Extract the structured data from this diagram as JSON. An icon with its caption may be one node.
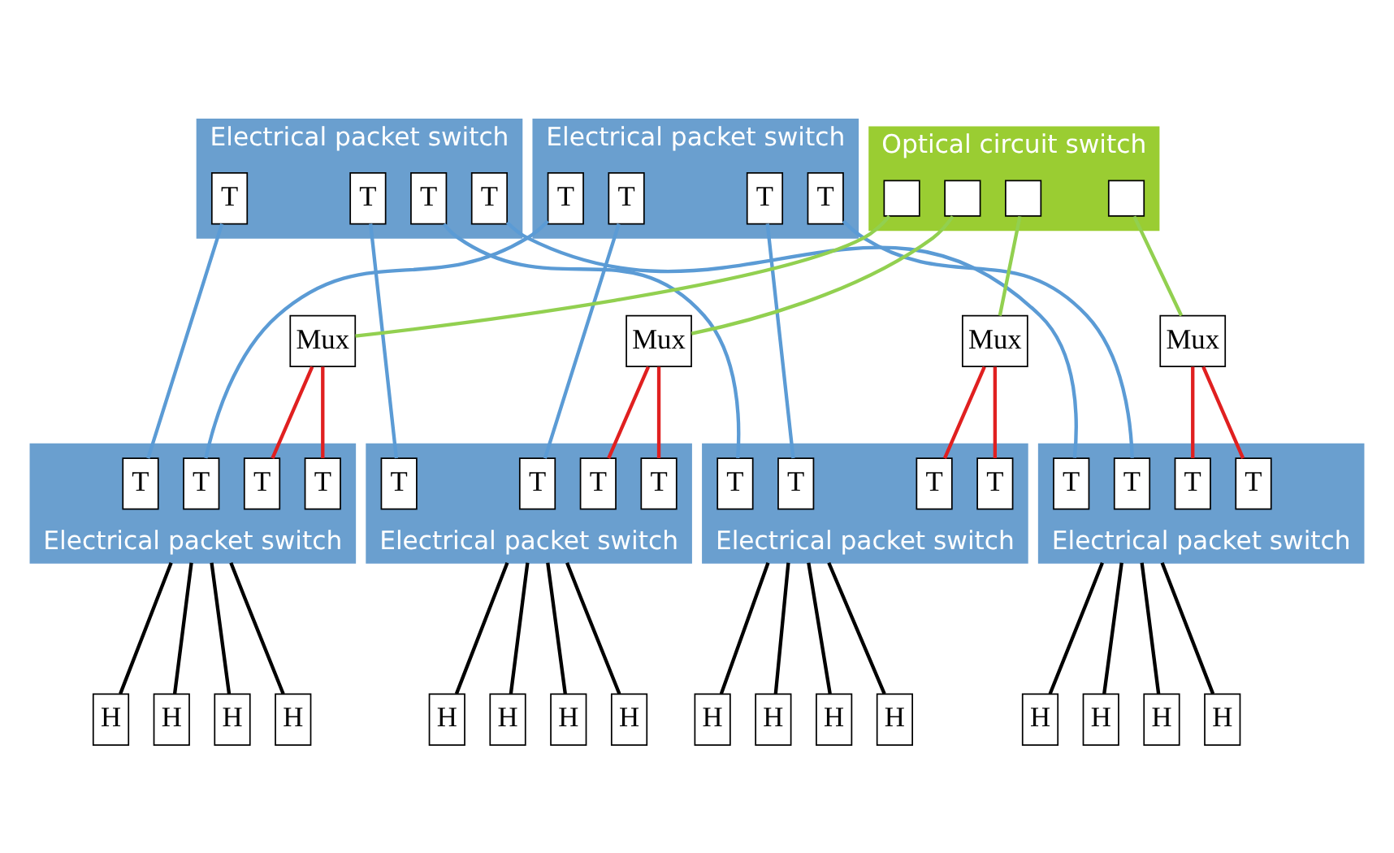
{
  "diagram": {
    "nodes": [
      {
        "text": [
          "Electrical packet switch"
        ]
      },
      {
        "text": [
          "T"
        ],
        "in": 0
      },
      {
        "text": [
          "T"
        ],
        "in": 0
      },
      {
        "text": [
          "T"
        ],
        "in": 0
      },
      {
        "text": [
          "T"
        ],
        "in": 0
      },
      {
        "text": [
          "Electrical packet switch"
        ]
      },
      {
        "text": [
          "T"
        ],
        "in": 5
      },
      {
        "text": [
          "T"
        ],
        "in": 5
      },
      {
        "text": [
          "T"
        ],
        "in": 5
      },
      {
        "text": [
          "T"
        ],
        "in": 5
      },
      {
        "text": [
          "Optical circuit switch"
        ]
      },
      {
        "text": [],
        "shape": "box",
        "in": 10
      },
      {
        "text": [],
        "shape": "box",
        "in": 10
      },
      {
        "text": [],
        "shape": "box",
        "in": 10
      },
      {
        "text": [],
        "shape": "box",
        "in": 10
      },
      {
        "text": [
          "Mux"
        ]
      },
      {
        "text": [
          "Mux"
        ]
      },
      {
        "text": [
          "Mux"
        ]
      },
      {
        "text": [
          "Mux"
        ]
      },
      {
        "text": [
          "Electrical packet switch"
        ]
      },
      {
        "text": [
          "T"
        ],
        "in": 19
      },
      {
        "text": [
          "T"
        ],
        "in": 19
      },
      {
        "text": [
          "T"
        ],
        "in": 19
      },
      {
        "text": [
          "T"
        ],
        "in": 19
      },
      {
        "text": [
          "Electrical packet switch"
        ]
      },
      {
        "text": [
          "T"
        ],
        "in": 24
      },
      {
        "text": [
          "T"
        ],
        "in": 24
      },
      {
        "text": [
          "T"
        ],
        "in": 24
      },
      {
        "text": [
          "T"
        ],
        "in": 24
      },
      {
        "text": [
          "Electrical packet switch"
        ]
      },
      {
        "text": [
          "T"
        ],
        "in": 29
      },
      {
        "text": [
          "T"
        ],
        "in": 29
      },
      {
        "text": [
          "T"
        ],
        "in": 29
      },
      {
        "text": [
          "T"
        ],
        "in": 29
      },
      {
        "text": [
          "Electrical packet switch"
        ]
      },
      {
        "text": [
          "T"
        ],
        "in": 34
      },
      {
        "text": [
          "T"
        ],
        "in": 34
      },
      {
        "text": [
          "T"
        ],
        "in": 34
      },
      {
        "text": [
          "T"
        ],
        "in": 34
      },
      {
        "text": [
          "H"
        ]
      },
      {
        "text": [
          "H"
        ]
      },
      {
        "text": [
          "H"
        ]
      },
      {
        "text": [
          "H"
        ]
      },
      {
        "text": [
          "H"
        ]
      },
      {
        "text": [
          "H"
        ]
      },
      {
        "text": [
          "H"
        ]
      },
      {
        "text": [
          "H"
        ]
      },
      {
        "text": [
          "H"
        ]
      },
      {
        "text": [
          "H"
        ]
      },
      {
        "text": [
          "H"
        ]
      },
      {
        "text": [
          "H"
        ]
      },
      {
        "text": [
          "H"
        ]
      },
      {
        "text": [
          "H"
        ]
      },
      {
        "text": [
          "H"
        ]
      },
      {
        "text": [
          "H"
        ]
      }
    ],
    "edges": [
      {
        "from": 1,
        "to": 20,
        "arrow": "none",
        "color": "#5b9bd5"
      },
      {
        "from": 2,
        "to": 25,
        "arrow": "none",
        "color": "#5b9bd5"
      },
      {
        "from": 3,
        "to": 30,
        "arrow": "none",
        "color": "#5b9bd5"
      },
      {
        "from": 4,
        "to": 35,
        "arrow": "none",
        "color": "#5b9bd5"
      },
      {
        "from": 6,
        "to": 21,
        "arrow": "none",
        "color": "#5b9bd5"
      },
      {
        "from": 7,
        "to": 26,
        "arrow": "none",
        "color": "#5b9bd5"
      },
      {
        "from": 8,
        "to": 31,
        "arrow": "none",
        "color": "#5b9bd5"
      },
      {
        "from": 9,
        "to": 36,
        "arrow": "none",
        "color": "#5b9bd5"
      },
      {
        "from": 11,
        "to": 15,
        "arrow": "none",
        "color": "#92d050"
      },
      {
        "from": 12,
        "to": 16,
        "arrow": "none",
        "color": "#92d050"
      },
      {
        "from": 13,
        "to": 17,
        "arrow": "none",
        "color": "#92d050"
      },
      {
        "from": 14,
        "to": 18,
        "arrow": "none",
        "color": "#92d050"
      },
      {
        "from": 15,
        "to": 22,
        "arrow": "none",
        "color": "#e02020"
      },
      {
        "from": 15,
        "to": 23,
        "arrow": "none",
        "color": "#e02020"
      },
      {
        "from": 16,
        "to": 27,
        "arrow": "none",
        "color": "#e02020"
      },
      {
        "from": 16,
        "to": 28,
        "arrow": "none",
        "color": "#e02020"
      },
      {
        "from": 17,
        "to": 32,
        "arrow": "none",
        "color": "#e02020"
      },
      {
        "from": 17,
        "to": 33,
        "arrow": "none",
        "color": "#e02020"
      },
      {
        "from": 18,
        "to": 37,
        "arrow": "none",
        "color": "#e02020"
      },
      {
        "from": 18,
        "to": 38,
        "arrow": "none",
        "color": "#e02020"
      },
      {
        "from": 19,
        "to": 39,
        "arrow": "none"
      },
      {
        "from": 19,
        "to": 40,
        "arrow": "none"
      },
      {
        "from": 19,
        "to": 41,
        "arrow": "none"
      },
      {
        "from": 19,
        "to": 42,
        "arrow": "none"
      },
      {
        "from": 24,
        "to": 43,
        "arrow": "none"
      },
      {
        "from": 24,
        "to": 44,
        "arrow": "none"
      },
      {
        "from": 24,
        "to": 45,
        "arrow": "none"
      },
      {
        "from": 24,
        "to": 46,
        "arrow": "none"
      },
      {
        "from": 29,
        "to": 47,
        "arrow": "none"
      },
      {
        "from": 29,
        "to": 48,
        "arrow": "none"
      },
      {
        "from": 29,
        "to": 49,
        "arrow": "none"
      },
      {
        "from": 29,
        "to": 50,
        "arrow": "none"
      },
      {
        "from": 34,
        "to": 51,
        "arrow": "none"
      },
      {
        "from": 34,
        "to": 52,
        "arrow": "none"
      },
      {
        "from": 34,
        "to": 53,
        "arrow": "none"
      },
      {
        "from": 34,
        "to": 54,
        "arrow": "none"
      }
    ]
  }
}
